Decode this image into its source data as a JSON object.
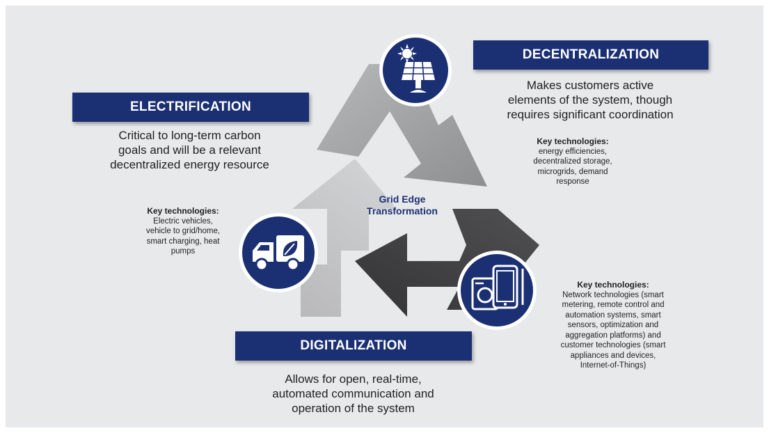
{
  "center": {
    "line1": "Grid Edge",
    "line2": "Transformation"
  },
  "electrification": {
    "title": "ELECTRIFICATION",
    "description": [
      "Critical to long-term carbon",
      "goals and will be a relevant",
      "decentralized energy resource"
    ],
    "key_title": "Key technologies:",
    "key_items": [
      "Electric vehicles,",
      "vehicle to grid/home,",
      "smart charging, heat",
      "pumps"
    ],
    "icon": "truck-leaf-icon"
  },
  "decentralization": {
    "title": "DECENTRALIZATION",
    "description": [
      "Makes customers active",
      "elements of the system, though",
      "requires significant coordination"
    ],
    "key_title": "Key technologies:",
    "key_items": [
      "energy efficiencies,",
      "decentralized storage,",
      "microgrids, demand",
      "response"
    ],
    "icon": "solar-panel-icon"
  },
  "digitalization": {
    "title": "DIGITALIZATION",
    "description": [
      "Allows for open, real-time,",
      "automated communication and",
      "operation of the system"
    ],
    "key_title": "Key technologies:",
    "key_items": [
      "Network technologies (smart",
      "metering, remote control and",
      "automation systems, smart",
      "sensors, optimization and",
      "aggregation platforms) and",
      "customer technologies (smart",
      "appliances and devices,",
      "Internet-of-Things)"
    ],
    "icon": "smart-devices-icon"
  },
  "colors": {
    "navy": "#1b2f73",
    "background": "#e8e9eb",
    "arrow_light": "#c4c4c6",
    "arrow_mid": "#9a9a9c",
    "arrow_dark": "#3d3d3f"
  }
}
